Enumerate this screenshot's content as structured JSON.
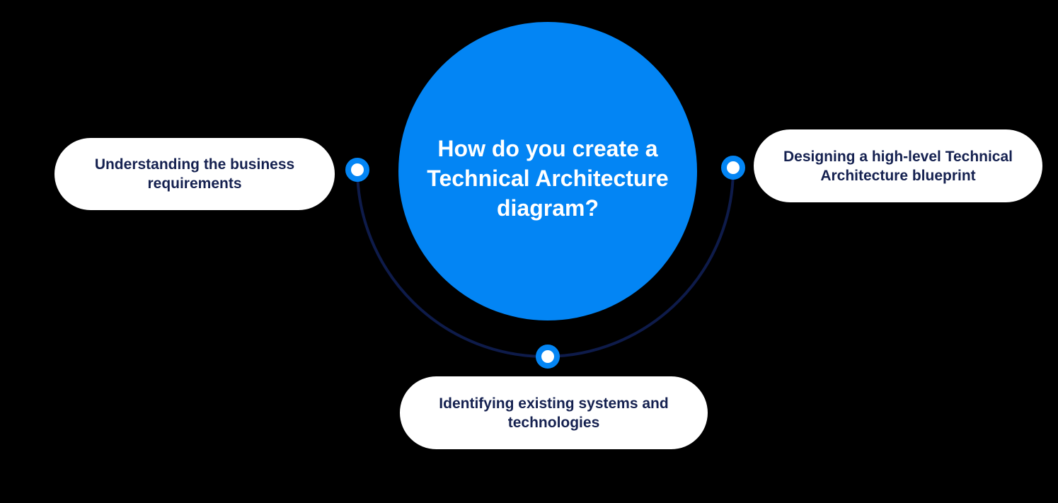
{
  "diagram": {
    "center": {
      "question": "How do you create a Technical Architecture diagram?"
    },
    "nodes": [
      {
        "position": "left",
        "label": "Understanding the business requirements"
      },
      {
        "position": "right",
        "label": "Designing a high-level Technical Architecture blueprint"
      },
      {
        "position": "bottom",
        "label": "Identifying existing systems and technologies"
      }
    ],
    "colors": {
      "primary_blue": "#0385F4",
      "node_text_navy": "#152150",
      "connector_navy": "#0E1B4A",
      "node_background": "#FFFFFF",
      "center_text": "#FFFFFF",
      "canvas_background": "#000000"
    }
  }
}
